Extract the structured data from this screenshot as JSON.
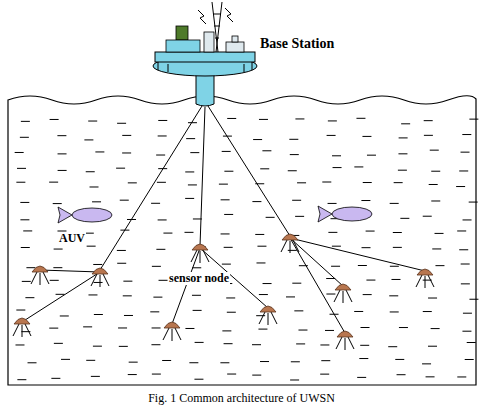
{
  "diagram": {
    "caption": "Fig. 1 Common architecture of UWSN",
    "nodes": [
      {
        "text": [
          "Base Station"
        ]
      }
    ],
    "labels": [
      "AUV",
      "sensor node"
    ]
  }
}
